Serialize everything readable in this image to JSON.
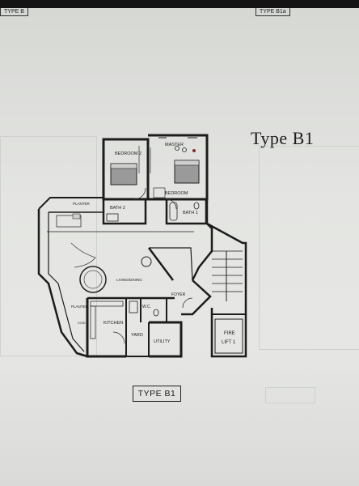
{
  "header": {
    "left_tag": "TYPE B",
    "right_tag": "TYPE B1a"
  },
  "title": "Type B1",
  "caption": "TYPE B1",
  "rooms": {
    "bedroom2": "BEDROOM 2",
    "master_bedroom_line1": "MASTER",
    "master_bedroom_line2": "BEDROOM",
    "bath2": "BATH 2",
    "bath1": "BATH 1",
    "planter_top": "PLANTER",
    "planter_left": "PLANTER",
    "ldb": "LIVING/DINING",
    "foyer": "FOYER",
    "wc": "W.C.",
    "kitchen": "KITCHEN",
    "yard": "YARD",
    "utility": "UTILITY",
    "void": "VOID",
    "fire_lift_line1": "FIRE",
    "fire_lift_line2": "LIFT 1"
  },
  "colors": {
    "wall": "#1c1c1c",
    "paper": "#e4e5e2",
    "accent_red": "#8a2a26"
  }
}
